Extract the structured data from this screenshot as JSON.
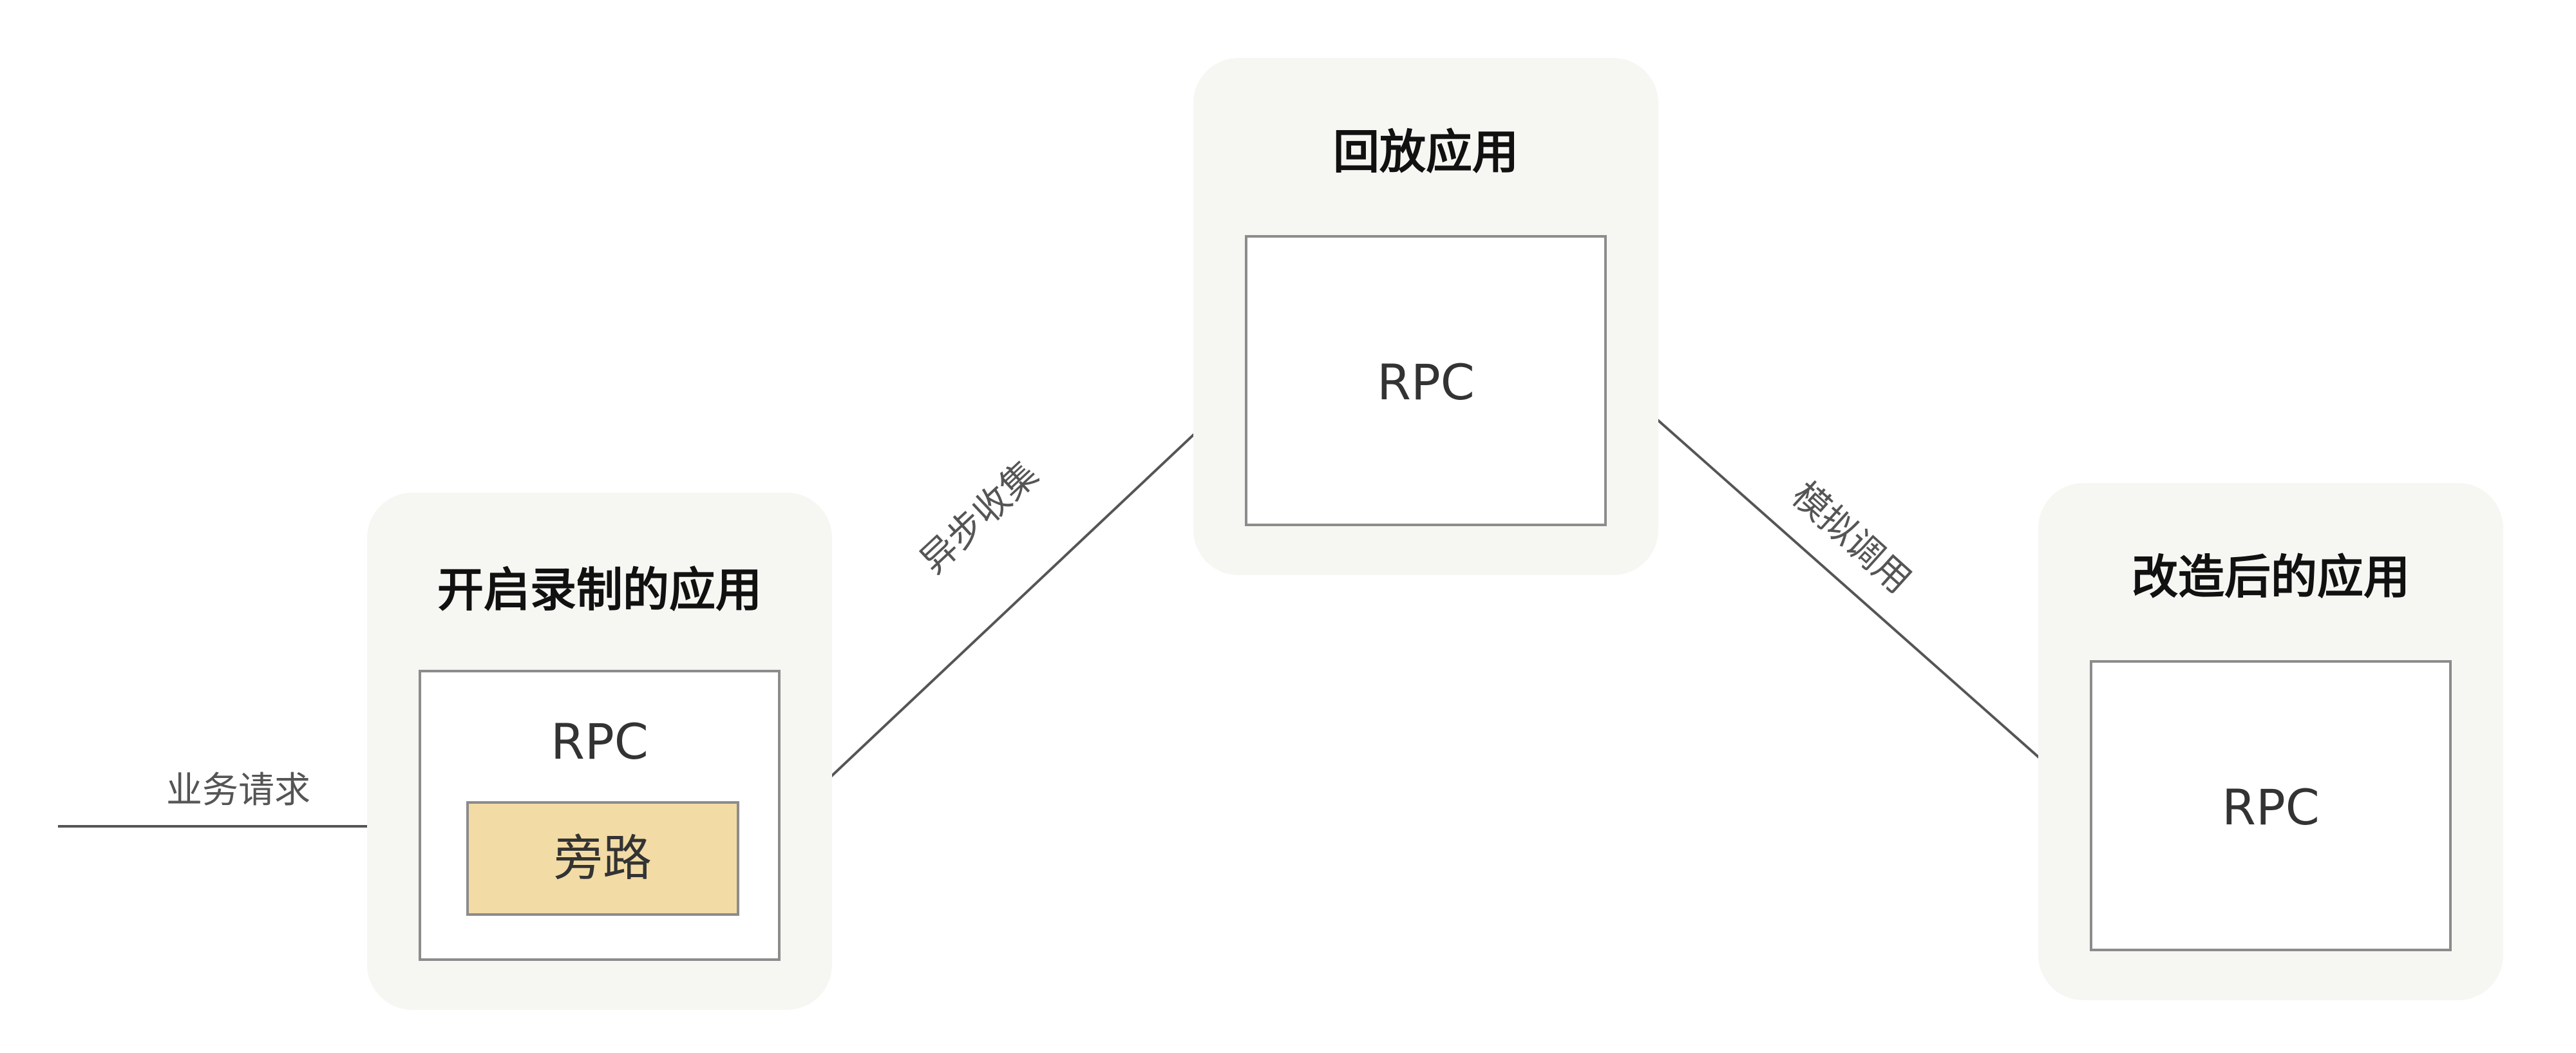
{
  "panels": {
    "record": {
      "title": "开启录制的应用",
      "rpc": "RPC",
      "bypass": "旁路"
    },
    "replay": {
      "title": "回放应用",
      "rpc": "RPC"
    },
    "modified": {
      "title": "改造后的应用",
      "rpc": "RPC"
    }
  },
  "edges": {
    "business_request": "业务请求",
    "async_collect": "异步收集",
    "mock_call": "模拟调用"
  },
  "colors": {
    "panel_bg": "#f6f6f3",
    "box_border": "#8c8c8c",
    "bypass_fill": "#f2dba5",
    "arrow": "#555555"
  }
}
